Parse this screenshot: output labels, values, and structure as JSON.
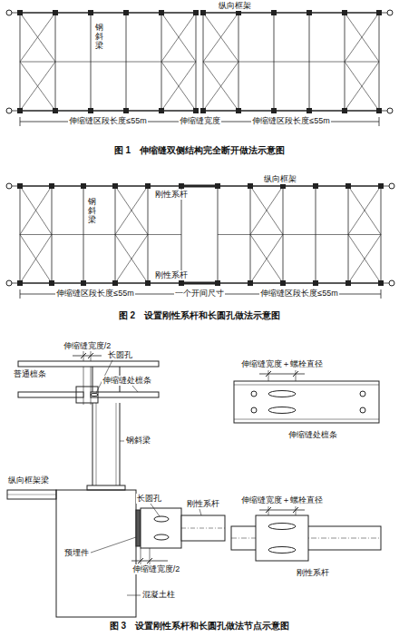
{
  "diagram": {
    "labels": [
      "纵向框架",
      "钢斜梁",
      "伸缩缝区段长度≤55m",
      "伸缩缝宽度",
      "伸缩缝区段长度≤55m",
      "图 1　伸缩缝双侧结构完全断开做法示意图",
      "纵向框架",
      "刚性系杆",
      "钢斜梁",
      "刚性系杆",
      "伸缩缝区段长度≤55m",
      "一个开间尺寸",
      "伸缩缝区段长度≤55m",
      "图 2　设置刚性系杆和长圆孔做法示意图",
      "伸缩缝宽度/2",
      "长圆孔",
      "普通檩条",
      "伸缩缝宽度＋螺栓直径",
      "伸缩缝处檩条",
      "钢斜梁",
      "伸缩缝处檩条",
      "纵向框架梁",
      "长圆孔",
      "刚性系杆",
      "伸缩缝宽度＋螺栓直径",
      "预埋件",
      "伸缩缝宽度/2",
      "混凝土柱",
      "刚性系杆",
      "图 3　设置刚性系杆和长圆孔做法节点示意图"
    ]
  }
}
